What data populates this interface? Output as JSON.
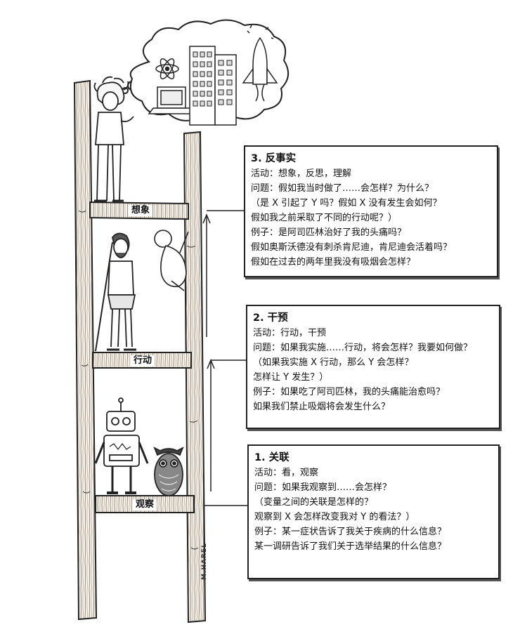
{
  "rungs": {
    "top": "想象",
    "middle": "行动",
    "bottom": "观察"
  },
  "boxes": {
    "counterfactual": {
      "title": "3. 反事实",
      "lines": [
        "活动：想象，反思，理解",
        "问题：假如我当时做了……会怎样？为什么？",
        "（是 X 引起了 Y 吗？假如 X 没有发生会如何？",
        "假如我之前采取了不同的行动呢？）",
        "例子：是阿司匹林治好了我的头痛吗？",
        "假如奥斯沃德没有刺杀肯尼迪，肯尼迪会活着吗？",
        "假如在过去的两年里我没有吸烟会怎样？"
      ]
    },
    "intervention": {
      "title": "2. 干预",
      "lines": [
        "活动：行动，干预",
        "问题：如果我实施……行动，将会怎样？我要如何做？",
        "（如果我实施 X 行动，那么 Y 会怎样？",
        "怎样让 Y 发生？）",
        "例子：如果吃了阿司匹林，我的头痛能治愈吗？",
        "如果我们禁止吸烟将会发生什么？"
      ]
    },
    "association": {
      "title": "1. 关联",
      "lines": [
        "活动：看，观察",
        "问题：如果我观察到……会怎样？",
        "（变量之间的关联是怎样的？",
        "观察到 X 会怎样改变我对 Y 的看法？）",
        "例子：某一症状告诉了我关于疾病的什么信息？",
        "某一调研告诉了我们关于选举结果的什么信息？"
      ]
    }
  },
  "signature": "M.HAREL"
}
